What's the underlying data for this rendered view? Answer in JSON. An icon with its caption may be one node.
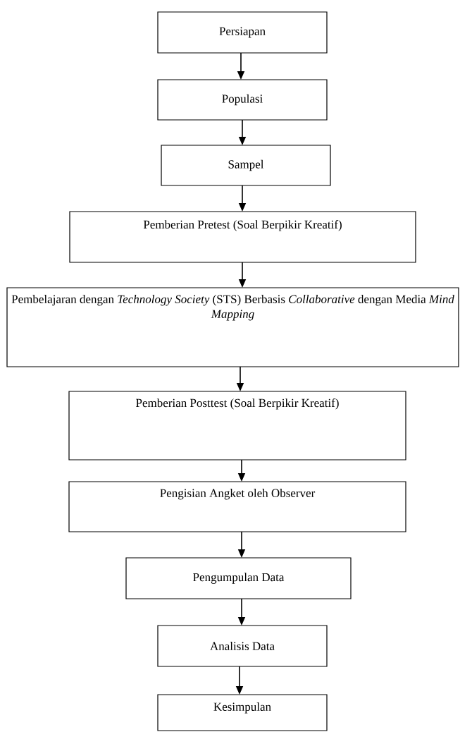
{
  "diagram": {
    "nodes": [
      {
        "text": [
          "Persiapan"
        ]
      },
      {
        "text": [
          "Populasi"
        ]
      },
      {
        "text": [
          "Sampel"
        ]
      },
      {
        "text": [
          "Pemberian Pretest (Soal Berpikir Kreatif)"
        ]
      },
      {
        "text": [
          "Pembelajaran dengan *Technology Society* (STS) Berbasis *Collaborative* dengan Media *Mind Mapping*"
        ]
      },
      {
        "text": [
          "Pemberian Posttest (Soal Berpikir Kreatif)"
        ]
      },
      {
        "text": [
          "Pengisian Angket oleh Observer"
        ]
      },
      {
        "text": [
          "Pengumpulan Data"
        ]
      },
      {
        "text": [
          "Analisis Data"
        ]
      },
      {
        "text": [
          "Kesimpulan"
        ]
      }
    ],
    "edges": [
      {
        "from": 0,
        "to": 1,
        "arrow": "to"
      },
      {
        "from": 1,
        "to": 2,
        "arrow": "to"
      },
      {
        "from": 2,
        "to": 3,
        "arrow": "to"
      },
      {
        "from": 3,
        "to": 4,
        "arrow": "to"
      },
      {
        "from": 4,
        "to": 5,
        "arrow": "to"
      },
      {
        "from": 5,
        "to": 6,
        "arrow": "to"
      },
      {
        "from": 6,
        "to": 7,
        "arrow": "to"
      },
      {
        "from": 7,
        "to": 8,
        "arrow": "to"
      },
      {
        "from": 8,
        "to": 9,
        "arrow": "to"
      }
    ]
  }
}
